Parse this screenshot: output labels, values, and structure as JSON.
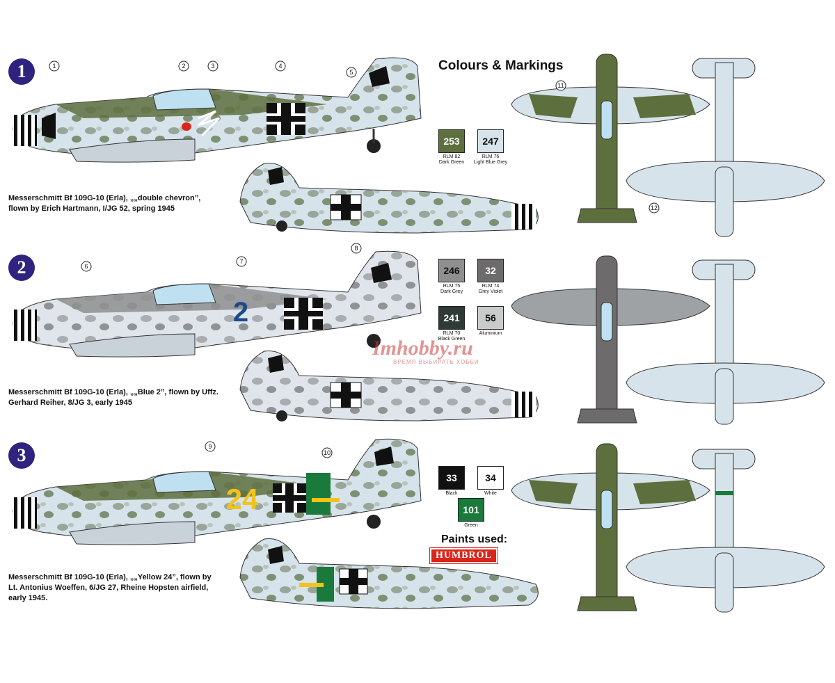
{
  "header": {
    "title": "Colours & Markings"
  },
  "schemes": [
    {
      "number": "1",
      "caption_line1": "Messerschmitt Bf 109G-10 (Erla), „„double chevron”,",
      "caption_line2": "flown by Erich Hartmann, I/JG 52, spring 1945",
      "caption_line3": "",
      "fuselage_number": ""
    },
    {
      "number": "2",
      "caption_line1": "Messerschmitt Bf 109G-10 (Erla), „„Blue 2”, flown by Uffz.",
      "caption_line2": "Gerhard Reiher, 8/JG 3, early 1945",
      "caption_line3": "",
      "fuselage_number": "2"
    },
    {
      "number": "3",
      "caption_line1": "Messerschmitt Bf 109G-10 (Erla), „„Yellow 24”, flown by",
      "caption_line2": "Lt. Antonius Woeffen, 6/JG 27, Rheine Hopsten airfield,",
      "caption_line3": "early 1945.",
      "fuselage_number": "24"
    }
  ],
  "colour_chips": [
    {
      "code": "253",
      "label": "RLM 82\nDark Green",
      "color": "#5e6f3e",
      "text_color": "#ffffff"
    },
    {
      "code": "247",
      "label": "RLM 76\nLight Blue Grey",
      "color": "#d6e3ea",
      "text_color": "#111111"
    },
    {
      "code": "246",
      "label": "RLM 75\nDark Grey",
      "color": "#8f8f8f",
      "text_color": "#111111"
    },
    {
      "code": "32",
      "label": "RLM 74\nGrey Violet",
      "color": "#6d6b6c",
      "text_color": "#ffffff"
    },
    {
      "code": "241",
      "label": "RLM 70\nBlack Green",
      "color": "#2f3a36",
      "text_color": "#ffffff"
    },
    {
      "code": "56",
      "label": "Aluminium",
      "color": "#c9cbcb",
      "text_color": "#111111"
    },
    {
      "code": "33",
      "label": "Black",
      "color": "#111111",
      "text_color": "#ffffff"
    },
    {
      "code": "34",
      "label": "White",
      "color": "#ffffff",
      "text_color": "#111111"
    },
    {
      "code": "101",
      "label": "Green",
      "color": "#1a7a3c",
      "text_color": "#ffffff"
    }
  ],
  "paints": {
    "label": "Paints used:",
    "brand": "HUMBROL"
  },
  "watermark": {
    "text": "Imhobby.ru",
    "sub": "ВРЕМЯ ВЫБИРАТЬ ХОББИ"
  },
  "callouts": [
    "1",
    "2",
    "3",
    "4",
    "5",
    "6",
    "7",
    "8",
    "9",
    "10",
    "11",
    "12"
  ],
  "colors": {
    "badge": "#2e2480",
    "rlm82": "#5e6f3e",
    "rlm76": "#d6e3ea",
    "rlm75": "#8f8f8f",
    "yellow": "#f2c31a",
    "blue": "#1c4b8c"
  }
}
